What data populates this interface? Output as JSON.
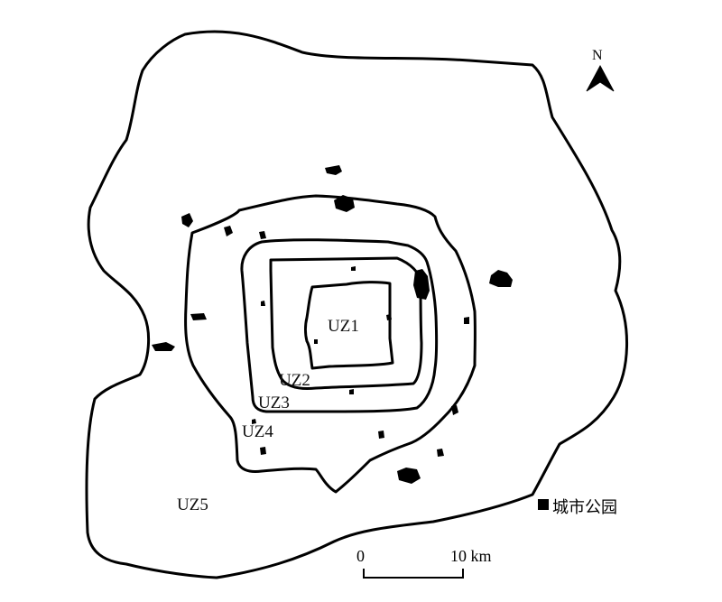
{
  "map": {
    "zones": [
      {
        "id": "uz1",
        "label": "UZ1"
      },
      {
        "id": "uz2",
        "label": "UZ2"
      },
      {
        "id": "uz3",
        "label": "UZ3"
      },
      {
        "id": "uz4",
        "label": "UZ4"
      },
      {
        "id": "uz5",
        "label": "UZ5"
      }
    ],
    "north_arrow": {
      "label": "N",
      "icon": "north-arrow-icon"
    },
    "legend": {
      "symbol": "black-square",
      "label": "城市公园",
      "color": "#000000"
    },
    "scale_bar": {
      "start_label": "0",
      "end_label": "10 km"
    }
  }
}
